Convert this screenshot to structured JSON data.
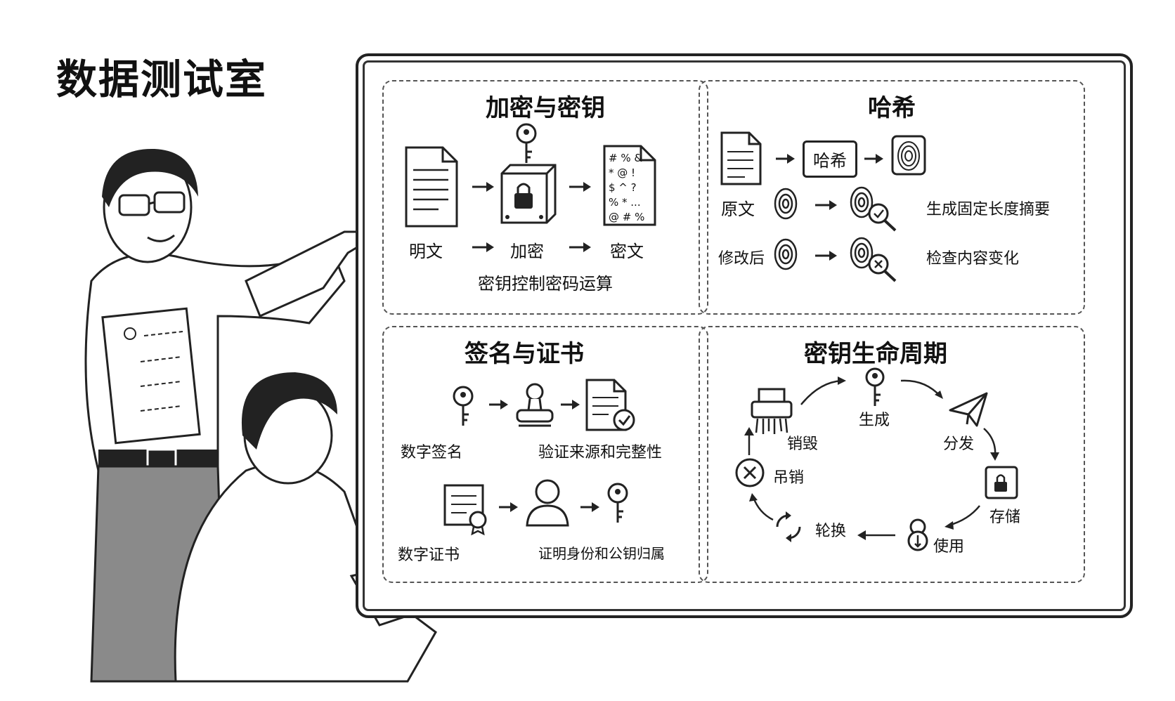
{
  "page": {
    "title": "数据测试室"
  },
  "encryption": {
    "title": "加密与密钥",
    "cipher_glyphs": [
      "# % &",
      "* @ !",
      "$ ^ ?",
      "% * ...",
      "@ # %"
    ],
    "labels": {
      "plaintext": "明文",
      "encrypt": "加密",
      "ciphertext": "密文"
    },
    "caption": "密钥控制密码运算"
  },
  "hashing": {
    "title": "哈希",
    "box_label": "哈希",
    "rows": [
      {
        "label": "原文",
        "note": "生成固定长度摘要"
      },
      {
        "label": "修改后",
        "note": "检查内容变化"
      }
    ]
  },
  "signature": {
    "title": "签名与证书",
    "row1": {
      "label": "数字签名",
      "note": "验证来源和完整性"
    },
    "row2": {
      "label": "数字证书",
      "note": "证明身份和公钥归属"
    }
  },
  "lifecycle": {
    "title": "密钥生命周期",
    "stages": {
      "generate": "生成",
      "distribute": "分发",
      "store": "存储",
      "use": "使用",
      "rotate": "轮换",
      "revoke": "吊销",
      "destroy": "销毁"
    }
  },
  "icons": {
    "document": "document-icon",
    "key": "key-icon",
    "lock_box": "lock-box-icon",
    "cipher_document": "cipher-document-icon",
    "fingerprint": "fingerprint-icon",
    "stamp": "stamp-icon",
    "certificate": "certificate-icon",
    "person": "person-icon",
    "shredder": "shredder-icon",
    "paper_plane": "paper-plane-icon",
    "safe": "safe-icon",
    "cycle": "cycle-icon",
    "cancel": "cancel-icon"
  }
}
